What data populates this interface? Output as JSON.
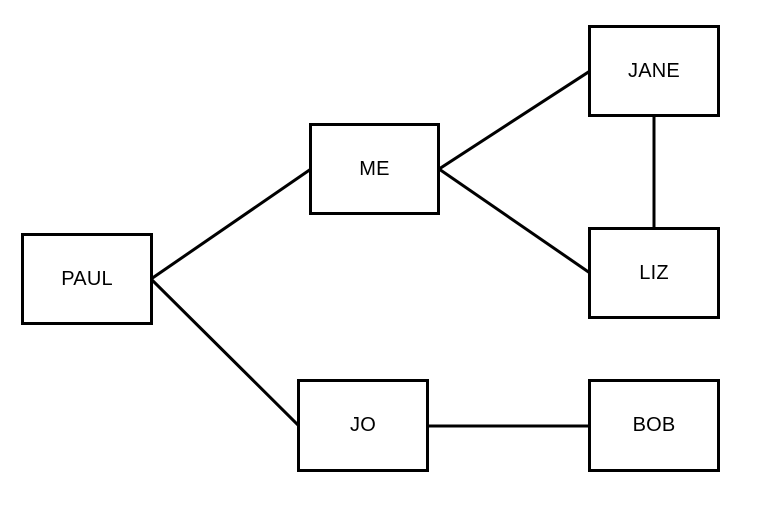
{
  "diagram": {
    "nodes": [
      {
        "id": "paul",
        "label": "PAUL"
      },
      {
        "id": "me",
        "label": "ME"
      },
      {
        "id": "jane",
        "label": "JANE"
      },
      {
        "id": "liz",
        "label": "LIZ"
      },
      {
        "id": "jo",
        "label": "JO"
      },
      {
        "id": "bob",
        "label": "BOB"
      }
    ],
    "edges": [
      {
        "from": "paul",
        "to": "me"
      },
      {
        "from": "paul",
        "to": "jo"
      },
      {
        "from": "me",
        "to": "jane"
      },
      {
        "from": "me",
        "to": "liz"
      },
      {
        "from": "jane",
        "to": "liz"
      },
      {
        "from": "jo",
        "to": "bob"
      }
    ],
    "colors": {
      "stroke": "#000000",
      "background": "#ffffff"
    }
  }
}
